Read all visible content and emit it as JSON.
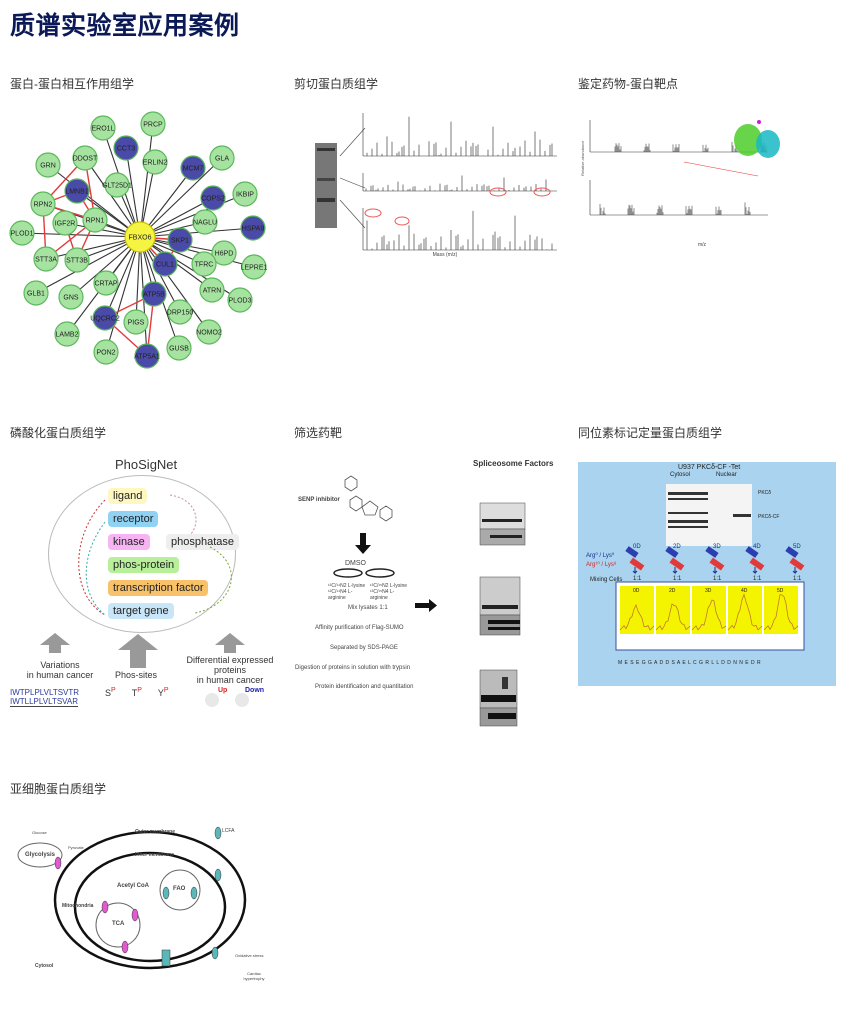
{
  "page_title": "质谱实验室应用案例",
  "cases": [
    {
      "label": "蛋白-蛋白相互作用组学"
    },
    {
      "label": "剪切蛋白质组学"
    },
    {
      "label": "鉴定药物-蛋白靶点"
    },
    {
      "label": "磷酸化蛋白质组学"
    },
    {
      "label": "筛选药靶"
    },
    {
      "label": "同位素标记定量蛋白质组学"
    },
    {
      "label": "亚细胞蛋白质组学"
    }
  ],
  "network": {
    "center": "FBXO6",
    "nodes": [
      {
        "name": "ERO1L",
        "type": "green"
      },
      {
        "name": "PRCP",
        "type": "green"
      },
      {
        "name": "CCT3",
        "type": "blue"
      },
      {
        "name": "GRN",
        "type": "green"
      },
      {
        "name": "DDOST",
        "type": "green"
      },
      {
        "name": "ERLIN2",
        "type": "green"
      },
      {
        "name": "GLA",
        "type": "green"
      },
      {
        "name": "MCM7",
        "type": "blue"
      },
      {
        "name": "GLT25D1",
        "type": "green"
      },
      {
        "name": "LMNB1",
        "type": "blue"
      },
      {
        "name": "COPS2",
        "type": "blue"
      },
      {
        "name": "IKBIP",
        "type": "green"
      },
      {
        "name": "RPN2",
        "type": "green"
      },
      {
        "name": "RPN1",
        "type": "green"
      },
      {
        "name": "IGF2R",
        "type": "green"
      },
      {
        "name": "NAGLU",
        "type": "green"
      },
      {
        "name": "HSPA9",
        "type": "blue"
      },
      {
        "name": "PLOD1",
        "type": "green"
      },
      {
        "name": "SKP1",
        "type": "blue"
      },
      {
        "name": "H6PD",
        "type": "green"
      },
      {
        "name": "STT3A",
        "type": "green"
      },
      {
        "name": "STT3B",
        "type": "green"
      },
      {
        "name": "CUL1",
        "type": "blue"
      },
      {
        "name": "TFRC",
        "type": "green"
      },
      {
        "name": "LEPRE1",
        "type": "green"
      },
      {
        "name": "GLB1",
        "type": "green"
      },
      {
        "name": "CRTAP",
        "type": "green"
      },
      {
        "name": "GNS",
        "type": "green"
      },
      {
        "name": "ATRN",
        "type": "green"
      },
      {
        "name": "PLOD3",
        "type": "green"
      },
      {
        "name": "ATP5B",
        "type": "blue"
      },
      {
        "name": "UQCRC2",
        "type": "blue"
      },
      {
        "name": "PIGS",
        "type": "green"
      },
      {
        "name": "DRP150",
        "type": "green"
      },
      {
        "name": "NOMO2",
        "type": "green"
      },
      {
        "name": "LAMB2",
        "type": "green"
      },
      {
        "name": "PON2",
        "type": "green"
      },
      {
        "name": "GUSB",
        "type": "green"
      },
      {
        "name": "ATP5A1",
        "type": "blue"
      }
    ],
    "red_edges": [
      [
        "DDOST",
        "RPN2"
      ],
      [
        "DDOST",
        "RPN1"
      ],
      [
        "RPN2",
        "RPN1"
      ],
      [
        "RPN2",
        "LMNB1"
      ],
      [
        "RPN2",
        "STT3A"
      ],
      [
        "RPN1",
        "STT3A"
      ],
      [
        "RPN1",
        "STT3B"
      ],
      [
        "IGF2R",
        "STT3B"
      ],
      [
        "LMNB1",
        "RPN1"
      ],
      [
        "UQCRC2",
        "ATP5B"
      ],
      [
        "UQCRC2",
        "ATP5A1"
      ],
      [
        "ATP5B",
        "ATP5A1"
      ],
      [
        "SKP1",
        "CUL1"
      ],
      [
        "FBXO6",
        "SKP1"
      ],
      [
        "FBXO6",
        "CUL1"
      ]
    ],
    "colors": {
      "green": "#a6e3a0",
      "blue": "#4a4aa8",
      "center": "#f6f443",
      "red": "#e23b3b"
    }
  },
  "phosignet": {
    "title": "PhoSigNet",
    "boxes": [
      "ligand",
      "receptor",
      "kinase",
      "phosphatase",
      "phos-protein",
      "transcription factor",
      "target gene"
    ],
    "left_caption": "Variations\nin human cancer",
    "seq1": "IWTPLPLVLTSVTR",
    "seq2": "IWTLLPLVLTSVAR",
    "mid_caption": "Phos-sites",
    "sites": [
      "S",
      "T",
      "Y"
    ],
    "p": "P",
    "right_caption": "Differential expressed\nproteins\nin human cancer",
    "up": "Up",
    "down": "Down"
  },
  "drug_screen": {
    "inhibitor": "SENP inhibitor",
    "dmso": "DMSO",
    "label_a": "¹²C/¹⁴N2 L-lysine ¹²C/¹⁴N4 L-arginine",
    "label_b": "¹³C/¹⁵N2 L-lysine ¹³C/¹⁵N4 L-arginine",
    "steps": [
      "Mix lysates 1:1",
      "Affinity purification of Flag-SUMO",
      "Separated by SDS-PAGE",
      "Digestion of proteins in solution with trypsin",
      "Protein identification and quantitation"
    ],
    "blot_title": "Spliceosome Factors"
  },
  "silac": {
    "title": "U937 PKCδ-CF -Tet",
    "cytosol": "Cytosol",
    "nuclear": "Nuclear",
    "band1": "PKCδ",
    "band2": "PKCδ-CF",
    "arg1": "Arg⁰ / Lys⁰",
    "arg2": "Arg¹⁰ / Lys⁸",
    "mixing": "Mixing Cells",
    "ratio": "1:1",
    "days": [
      "0D",
      "2D",
      "3D",
      "4D",
      "5D"
    ],
    "sequence": "M E S E G G A D D S A E L C G R L L D D N N E D R"
  },
  "mito": {
    "outer": "Outer membrane",
    "inner": "Inner membrane",
    "glucose": "Glucose",
    "glycolysis": "Glycolysis",
    "pyruvate": "Pyruvate",
    "acetyl": "Acetyl CoA",
    "fao": "FAO",
    "tca": "TCA",
    "mitochondria": "Mitochondria",
    "cytosol": "Cytosol",
    "lcfa": "LCFA",
    "stress": "Oxidative stress",
    "hyper": "Cardiac hypertrophy"
  },
  "ms": {
    "xlabel": "Mass (m/z)",
    "drug_xlabel": "m/z",
    "ylabel": "Relative abundance"
  }
}
